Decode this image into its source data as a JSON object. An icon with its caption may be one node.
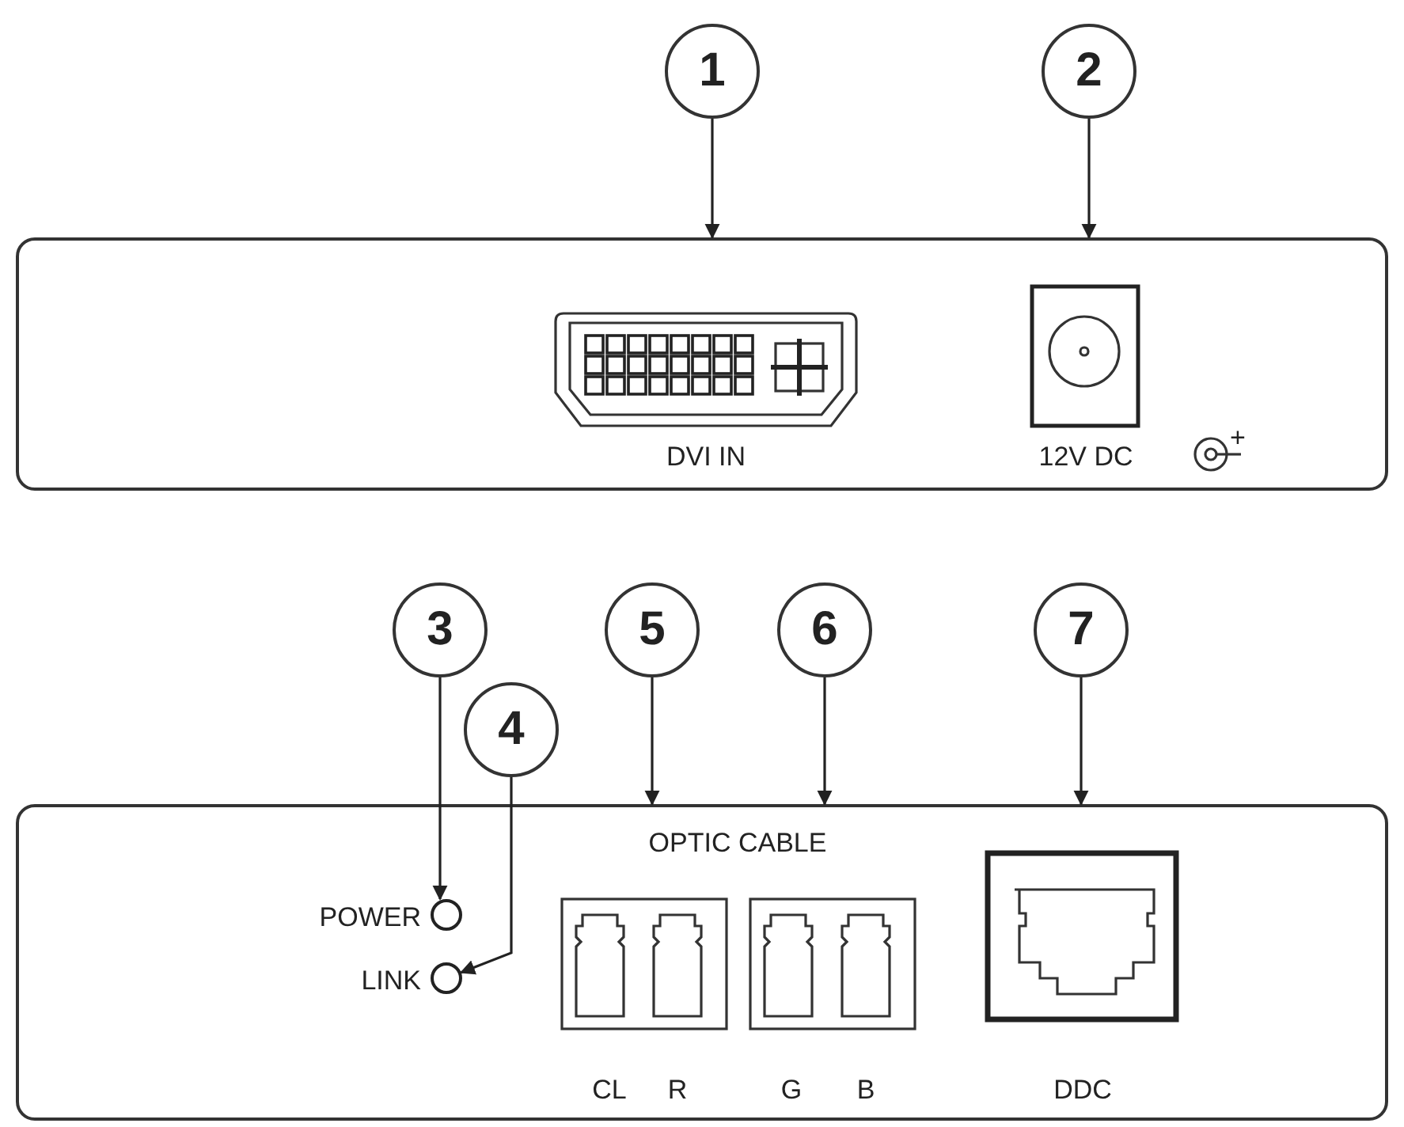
{
  "diagram": {
    "nodes": [
      {
        "text": [],
        "shape": "box"
      },
      {
        "text": [],
        "shape": "box"
      },
      {
        "text": [
          "1"
        ]
      },
      {
        "text": [
          "2"
        ]
      },
      {
        "text": [
          "3"
        ]
      },
      {
        "text": [
          "4"
        ]
      },
      {
        "text": [
          "5"
        ]
      },
      {
        "text": [
          "6"
        ]
      },
      {
        "text": [
          "7"
        ]
      },
      {
        "text": [],
        "shape": "circle",
        "in": 1
      },
      {
        "text": [],
        "shape": "circle",
        "in": 1
      }
    ],
    "edges": [
      {
        "from": 2,
        "to": 0,
        "arrow": "to"
      },
      {
        "from": 3,
        "to": 0,
        "arrow": "to"
      },
      {
        "from": 4,
        "to": 9,
        "arrow": "to"
      },
      {
        "from": 5,
        "to": 10,
        "arrow": "to"
      },
      {
        "from": 6,
        "to": 1,
        "arrow": "to"
      },
      {
        "from": 7,
        "to": 1,
        "arrow": "to"
      },
      {
        "from": 8,
        "to": 1,
        "arrow": "to"
      }
    ],
    "labels": [
      "DVI IN",
      "12V DC",
      "+",
      "OPTIC CABLE",
      "POWER",
      "LINK",
      "CL",
      "R",
      "G",
      "B",
      "DDC"
    ]
  }
}
